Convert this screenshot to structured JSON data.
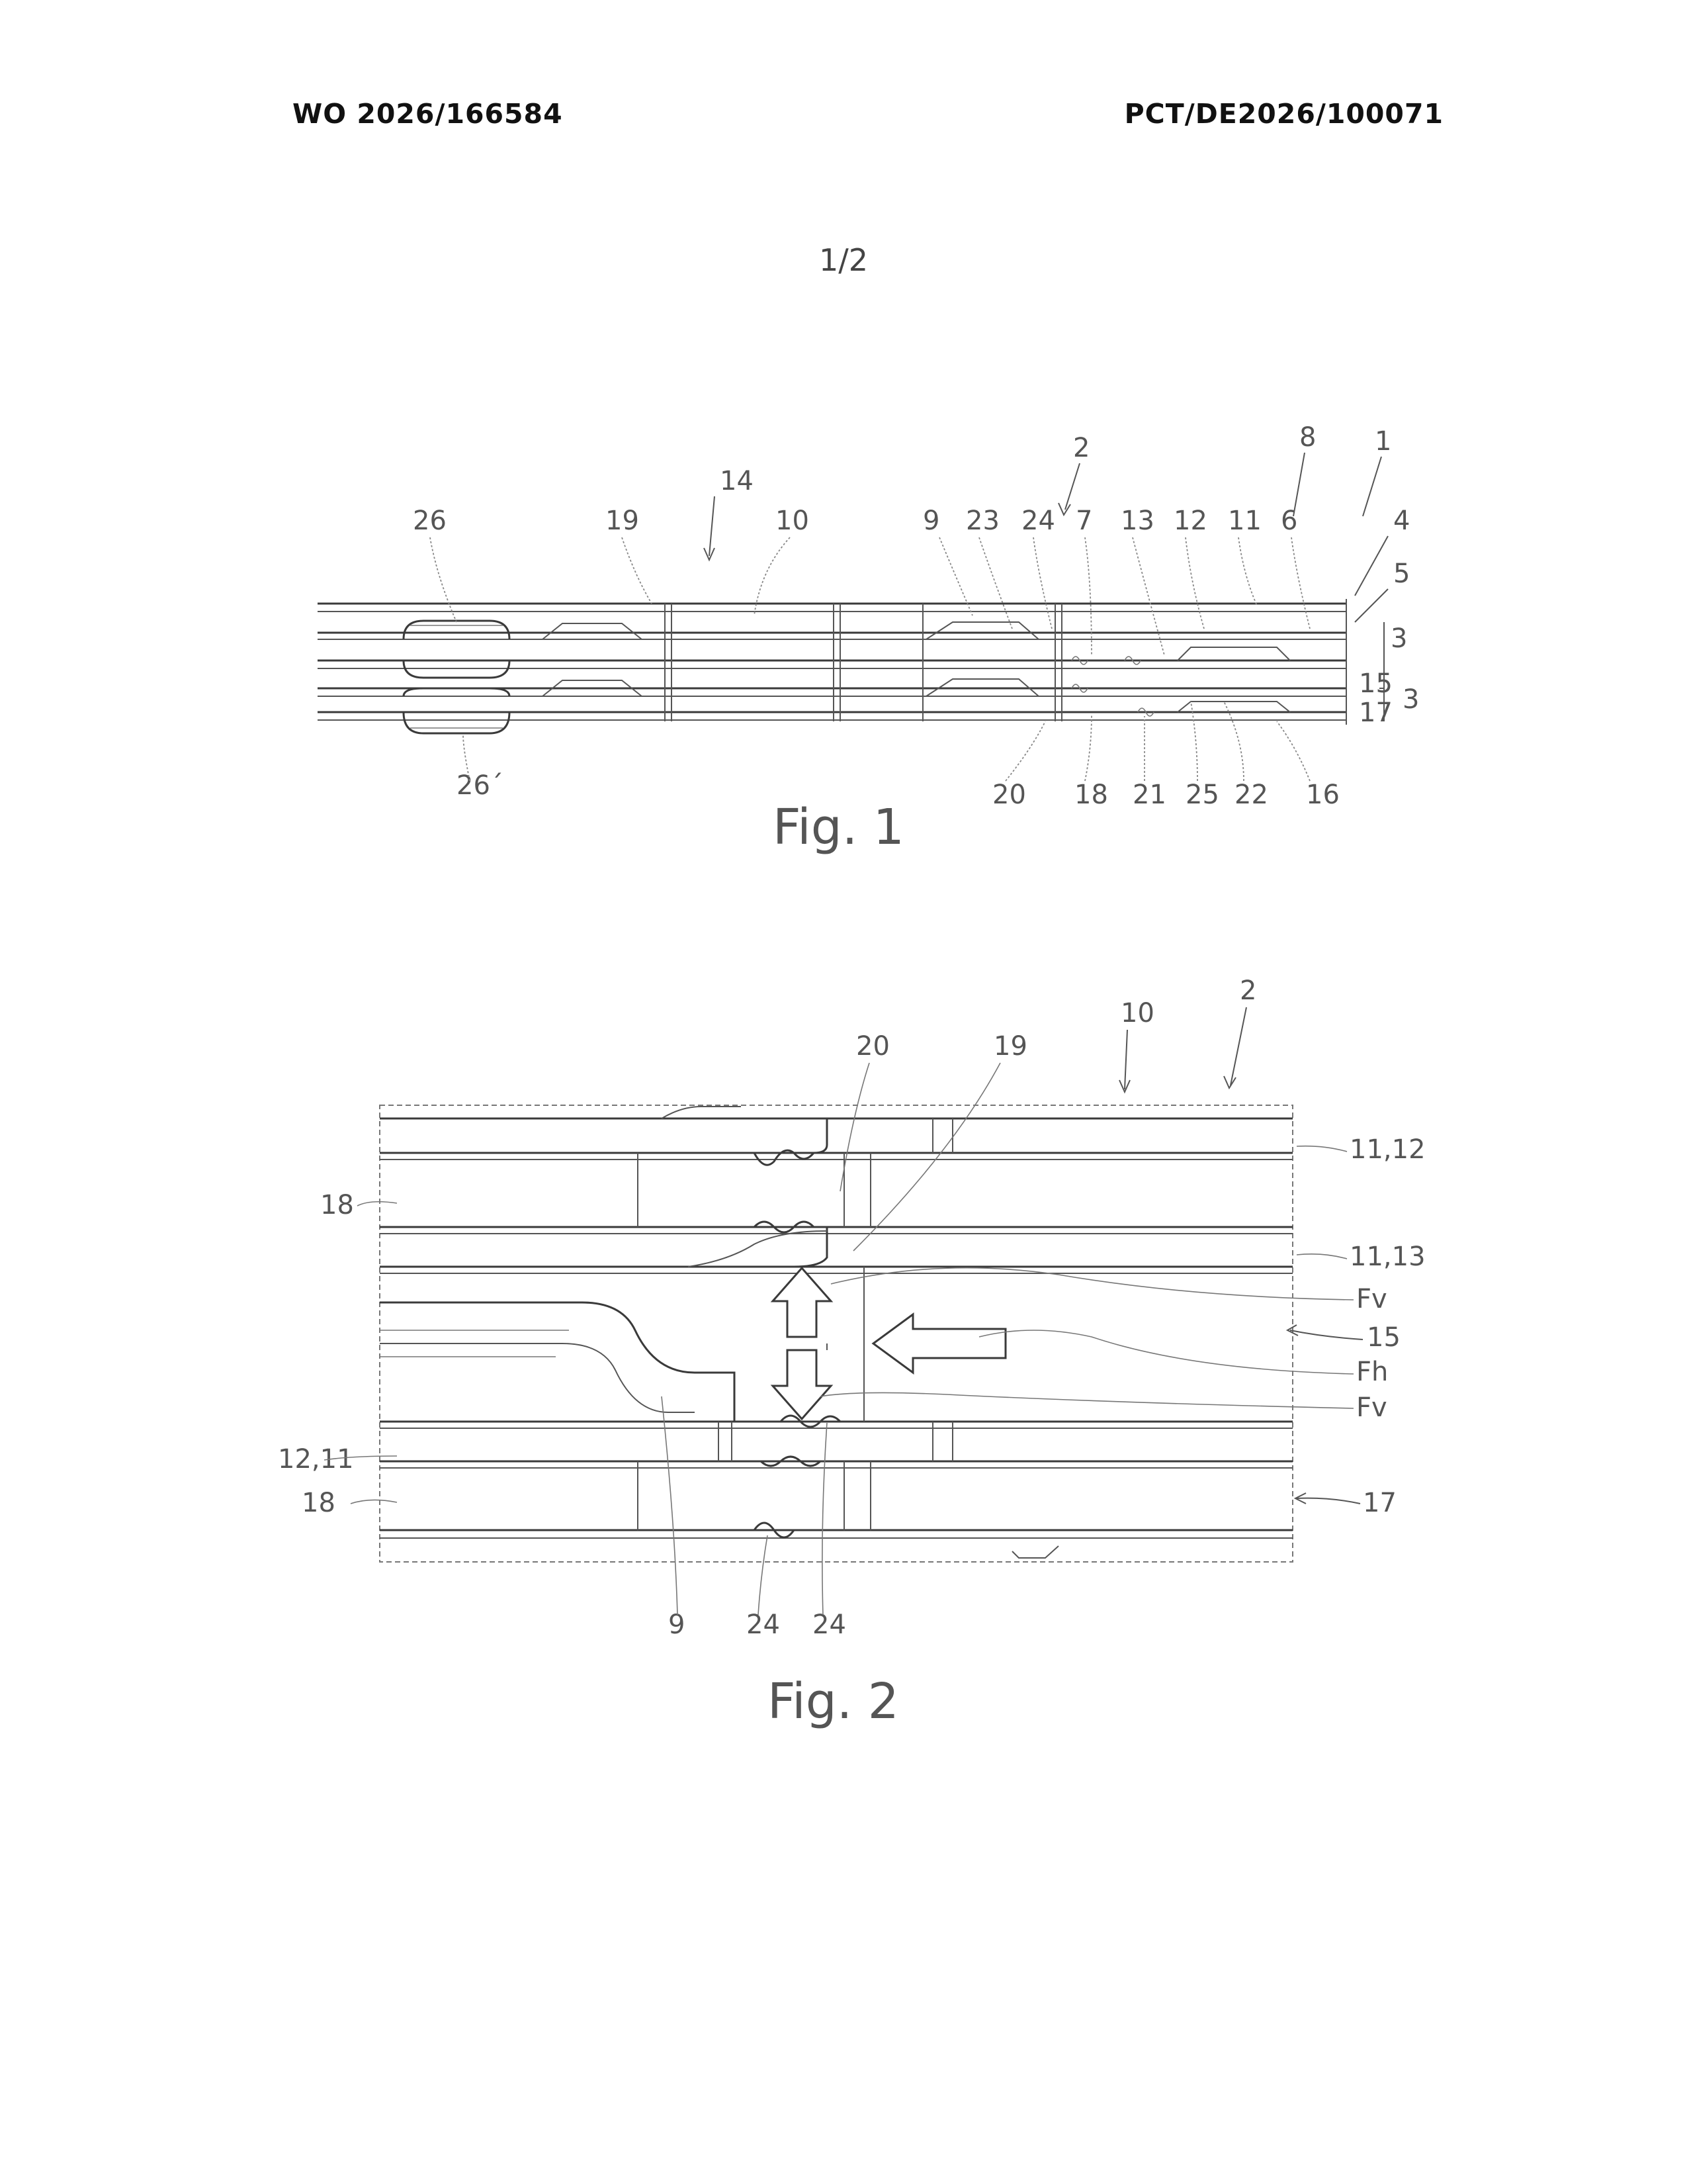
{
  "header": {
    "publication_number": "WO 2026/166584",
    "application_number": "PCT/DE2026/100071"
  },
  "sheet": {
    "number": "1/2"
  },
  "figures": [
    {
      "caption": "Fig. 1",
      "labels_top": [
        "26",
        "19",
        "14",
        "10",
        "9",
        "23",
        "24",
        "7",
        "2",
        "13",
        "12",
        "11",
        "8",
        "6",
        "1",
        "4",
        "5"
      ],
      "labels_right": [
        "3",
        "15",
        "17",
        "3"
      ],
      "labels_bottom": [
        "26´",
        "20",
        "18",
        "21",
        "25",
        "22",
        "16"
      ]
    },
    {
      "caption": "Fig. 2",
      "labels_top": [
        "20",
        "19",
        "10",
        "2"
      ],
      "labels_left": [
        "18",
        "12,11",
        "18"
      ],
      "labels_right": [
        "11,12",
        "11,13",
        "Fv",
        "15",
        "Fh",
        "Fv",
        "17"
      ],
      "labels_bottom": [
        "9",
        "24",
        "24"
      ]
    }
  ]
}
